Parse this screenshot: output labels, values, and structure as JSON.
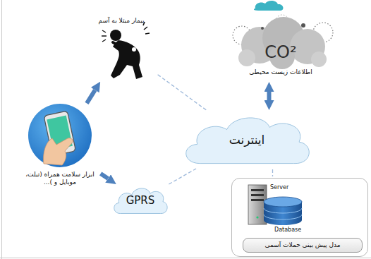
{
  "diagram": {
    "nodes": [
      {
        "text": [
          "بیمار مبتلا به آسم"
        ]
      },
      {
        "text": [
          "CO²",
          "اطلاعات زیست محیطی"
        ]
      },
      {
        "text": [
          "ابزار سلامت همراه (تبلت، موبایل و )..."
        ]
      },
      {
        "text": [
          "اینترنت"
        ]
      },
      {
        "text": [
          "GPRS"
        ]
      },
      {
        "text": [
          "Server",
          "Database"
        ]
      },
      {
        "text": [
          "مدل پیش بینی حملات آسمی"
        ],
        "in": 5
      }
    ],
    "edges": [
      {
        "from": 2,
        "to": 0,
        "arrow": "to"
      },
      {
        "from": 2,
        "to": 4,
        "arrow": "to"
      },
      {
        "from": 0,
        "to": 3,
        "arrow": "none"
      },
      {
        "from": 1,
        "to": 3,
        "arrow": "both"
      },
      {
        "from": 4,
        "to": 3,
        "arrow": "none"
      },
      {
        "from": 3,
        "to": 5,
        "arrow": "none"
      }
    ]
  }
}
